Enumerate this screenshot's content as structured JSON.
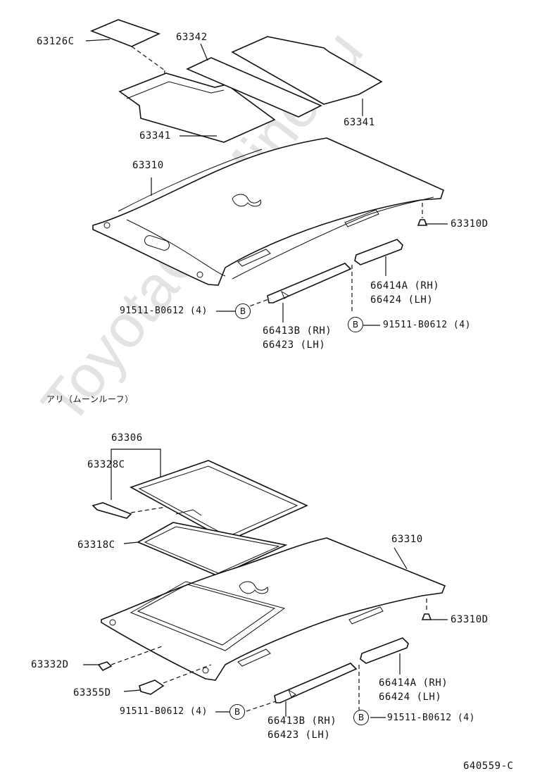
{
  "watermark": "ToyotaCarMine.ru",
  "section_title": "アリ（ムーンルーフ）",
  "figure_code": "640559-C",
  "callout_symbol": "B",
  "labels_top": {
    "p63126C": "63126C",
    "p63342": "63342",
    "p63341_left": "63341",
    "p63341_right": "63341",
    "p63310": "63310",
    "p63310D": "63310D",
    "p66414A": "66414A (RH)",
    "p66424": "66424  (LH)",
    "p66413B": "66413B (RH)",
    "p66423": "66423  (LH)",
    "bolt_left": "91511-B0612 (4)",
    "bolt_right": "91511-B0612 (4)"
  },
  "labels_bottom": {
    "p63306": "63306",
    "p63328C": "63328C",
    "p63318C": "63318C",
    "p63310": "63310",
    "p63310D": "63310D",
    "p63332D": "63332D",
    "p63355D": "63355D",
    "p66414A": "66414A (RH)",
    "p66424": "66424  (LH)",
    "p66413B": "66413B (RH)",
    "p66423": "66423  (LH)",
    "bolt_left": "91511-B0612 (4)",
    "bolt_right": "91511-B0612 (4)"
  }
}
